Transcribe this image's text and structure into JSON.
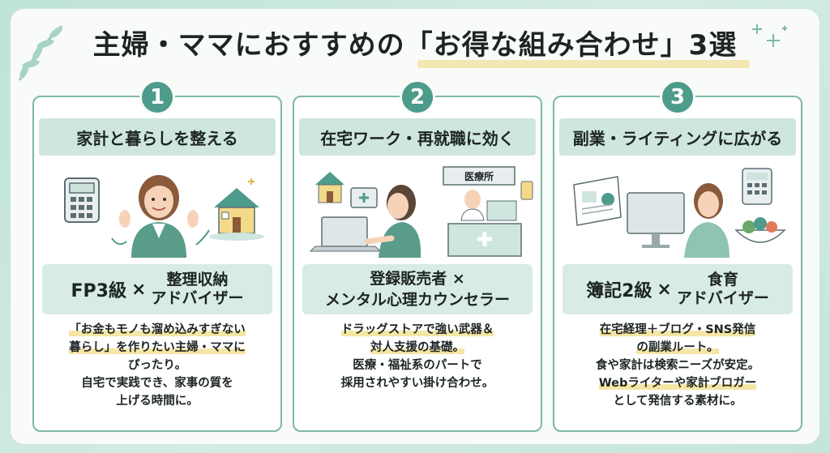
{
  "title": "主婦・ママにおすすめの「お得な組み合わせ」3選",
  "colors": {
    "accent": "#4d9b8a",
    "card_border": "#7fb7a8",
    "header_bg": "#cfe6df",
    "highlight": "#f5e6a6"
  },
  "cards": [
    {
      "number": "1",
      "heading": "家計と暮らしを整える",
      "combo_a": "FP3級",
      "combo_x": "×",
      "combo_b1": "整理収納",
      "combo_b2": "アドバイザー",
      "desc": [
        "「お金もモノも溜め込みすぎない",
        "暮らし」を作りたい主婦・ママに",
        "ぴったり。",
        "自宅で実践でき、家事の質を",
        "上げる時間に。"
      ],
      "icons": [
        "calculator-icon",
        "woman-icon",
        "house-icon"
      ]
    },
    {
      "number": "2",
      "heading": "在宅ワーク・再就職に効く",
      "combo_line1": "登録販売者 ×",
      "combo_line2": "メンタル心理カウンセラー",
      "sign": "医療所",
      "desc": [
        "ドラッグストアで強い武器＆",
        "対人支援の基礎。",
        "医療・福祉系のパートで",
        "採用されやすい掛け合わせ。"
      ],
      "icons": [
        "house-icon",
        "medkit-icon",
        "laptop-icon",
        "woman-icon",
        "clinic-icon"
      ]
    },
    {
      "number": "3",
      "heading": "副業・ライティングに広がる",
      "combo_a": "簿記2級",
      "combo_x": "×",
      "combo_b1": "食育",
      "combo_b2": "アドバイザー",
      "desc": [
        "在宅経理＋ブログ・SNS発信",
        "の副業ルート。",
        "食や家計は検索ニーズが安定。",
        "Webライターや家計ブロガー",
        "として発信する素材に。"
      ],
      "icons": [
        "document-icon",
        "monitor-icon",
        "woman-icon",
        "calculator-icon",
        "salad-icon"
      ]
    }
  ]
}
